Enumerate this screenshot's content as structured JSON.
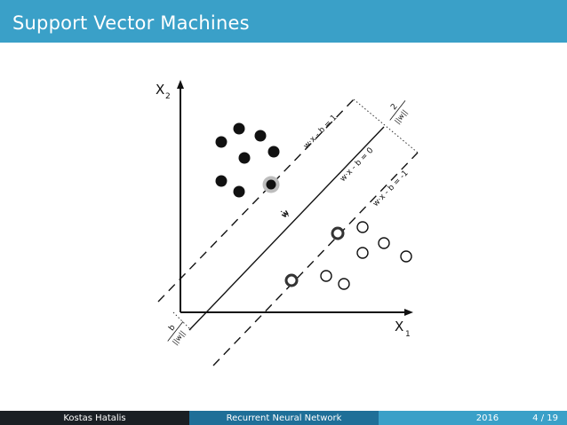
{
  "slide": {
    "title": "Support Vector Machines"
  },
  "diagram": {
    "axis_x_label": "X",
    "axis_x_sub": "1",
    "axis_y_label": "X",
    "axis_y_sub": "2",
    "margin_label": "2",
    "margin_label_den": "||w||",
    "offset_label": "b",
    "offset_label_den": "||w||",
    "line_upper_label": "w·x - b = 1",
    "line_mid_label": "w·x - b = 0",
    "line_lower_label": "w·x - b = -1",
    "vector_label": "w",
    "colors": {
      "ink": "#111111",
      "support_halo": "#bdbdbd"
    }
  },
  "footer": {
    "author": "Kostas Hatalis",
    "talk": "Recurrent Neural Network",
    "date": "2016",
    "page": "4 / 19"
  }
}
